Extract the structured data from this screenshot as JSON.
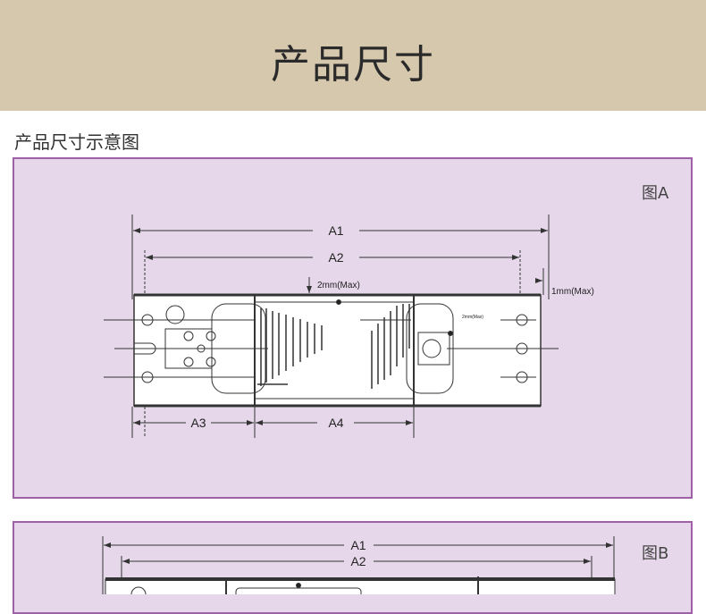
{
  "header": {
    "title": "产品尺寸"
  },
  "section": {
    "subtitle": "产品尺寸示意图"
  },
  "figure_a": {
    "label": "图A",
    "dims": {
      "a1": "A1",
      "a2": "A2",
      "a3": "A3",
      "a4": "A4",
      "gap_top": "2mm(Max)",
      "gap_side": "1mm(Max)",
      "gap_inner": "2mm(Max)"
    }
  },
  "figure_b": {
    "label": "图B",
    "dims": {
      "a1": "A1",
      "a2": "A2"
    }
  }
}
